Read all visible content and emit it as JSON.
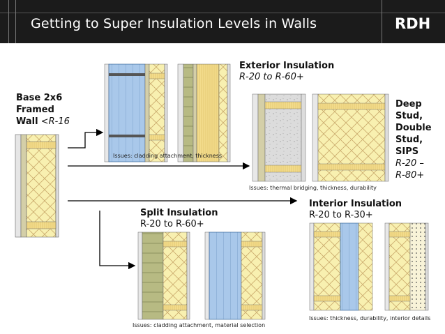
{
  "header": {
    "title": "Getting to Super Insulation Levels in Walls",
    "logo": "RDH"
  },
  "base": {
    "title_line1": "Base 2x6",
    "title_line2": "Framed",
    "title_line3": "Wall",
    "value": "<R-16"
  },
  "exterior": {
    "title": "Exterior Insulation",
    "value": "R-20 to R-60+",
    "issues": "Issues: thermal bridging, thickness, durability"
  },
  "top_left": {
    "issues": "Issues: cladding attachment, thickness"
  },
  "deep": {
    "line1": "Deep",
    "line2": "Stud,",
    "line3": "Double",
    "line4": "Stud,",
    "line5": "SIPS",
    "value1": "R-20 –",
    "value2": "R-80+"
  },
  "split": {
    "title": "Split Insulation",
    "value": "R-20 to R-60+",
    "issues": "Issues: cladding attachment, material selection"
  },
  "interior": {
    "title": "Interior Insulation",
    "value": "R-20 to R-30+",
    "issues": "Issues: thickness, durability, interior details"
  },
  "colors": {
    "header_bg": "#1b1b1b",
    "accent": "#e2231a",
    "batt": "#f8f0b0",
    "stud": "#f1dfa0",
    "rigid_blue": "#a9c8ea",
    "mineral_green": "#b7ba83",
    "spray_gray": "#d6d6d6"
  }
}
